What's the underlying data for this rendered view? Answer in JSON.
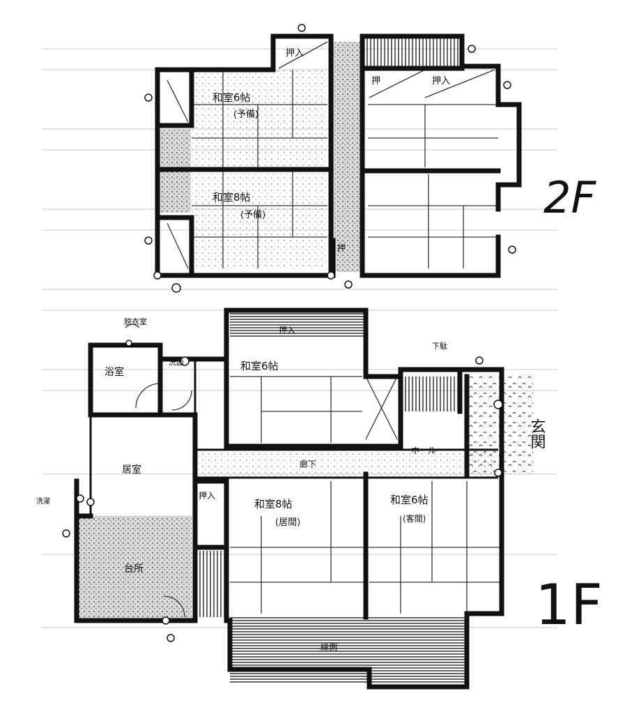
{
  "floors": {
    "upper": {
      "floor_label": "2F",
      "rooms": {
        "room_nw": "和室6帖",
        "room_nw_sub": "(予備)",
        "room_sw": "和室8帖",
        "room_sw_sub": "(予備)",
        "closet_n": "押入",
        "closet_e1": "押",
        "closet_e2": "押入",
        "closet_hall": "押"
      }
    },
    "lower": {
      "floor_label": "1F",
      "rooms": {
        "room_center": "和室6帖",
        "room_center_closet": "押入",
        "bath": "浴室",
        "washroom": "洗面",
        "utility": "脱衣室",
        "laundry": "洗濯",
        "kitchen": "台所",
        "living": "居室",
        "corridor": "廊下",
        "room_8": "和室8帖",
        "room_8_sub": "(居間)",
        "room_6": "和室6帖",
        "room_6_sub": "(客間)",
        "closet_w": "押入",
        "entrance_hall": "ホール",
        "entrance": "玄関",
        "veranda": "縁側",
        "shoebox": "下駄"
      }
    }
  },
  "colors": {
    "wall": "#111111",
    "paper": "#ffffff",
    "hatch": "#9a9a9a",
    "grid": "#c8c8c8"
  }
}
